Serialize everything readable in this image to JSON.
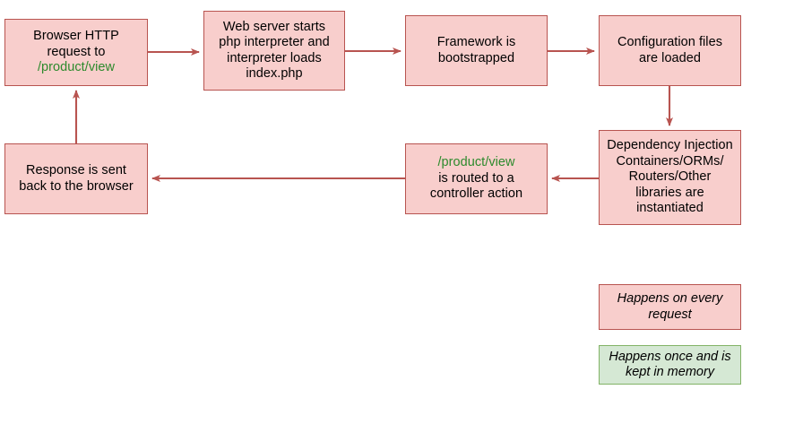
{
  "diagram": {
    "title": "PHP request lifecycle flowchart",
    "colors": {
      "node_fill": "#f8cecc",
      "node_border": "#b85450",
      "memory_fill": "#d5e8d4",
      "memory_border": "#82b366",
      "edge": "#b85450",
      "highlight_text": "#2d8a2d",
      "text": "#000000",
      "background": "#ffffff"
    },
    "nodes": [
      {
        "id": "browser-request",
        "lines": [
          "Browser HTTP",
          "request to"
        ],
        "highlight": "/product/view",
        "highlight_position": "after"
      },
      {
        "id": "web-server",
        "lines": [
          "Web server starts",
          "php interpreter and",
          "interpreter loads",
          "index.php"
        ],
        "highlight": "",
        "highlight_position": "none"
      },
      {
        "id": "framework",
        "lines": [
          "Framework is",
          "bootstrapped"
        ],
        "highlight": "",
        "highlight_position": "none"
      },
      {
        "id": "config",
        "lines": [
          "Configuration files",
          "are loaded"
        ],
        "highlight": "",
        "highlight_position": "none"
      },
      {
        "id": "di",
        "lines": [
          "Dependency Injection",
          "Containers/ORMs/",
          "Routers/Other",
          "libraries are",
          "instantiated"
        ],
        "highlight": "",
        "highlight_position": "none"
      },
      {
        "id": "routed",
        "lines": [
          "is routed to a",
          "controller action"
        ],
        "highlight": "/product/view",
        "highlight_position": "before"
      },
      {
        "id": "response",
        "lines": [
          "Response is sent",
          "back to the browser"
        ],
        "highlight": "",
        "highlight_position": "none"
      }
    ],
    "node_text": {
      "browser_request_line1": "Browser HTTP",
      "browser_request_line2": "request to",
      "browser_request_path": "/product/view",
      "web_server_line1": "Web server starts",
      "web_server_line2": "php interpreter and",
      "web_server_line3": "interpreter loads",
      "web_server_line4": "index.php",
      "framework_line1": "Framework is",
      "framework_line2": "bootstrapped",
      "config_line1": "Configuration files",
      "config_line2": "are loaded",
      "di_line1": "Dependency Injection",
      "di_line2": "Containers/ORMs/",
      "di_line3": "Routers/Other",
      "di_line4": "libraries are",
      "di_line5": "instantiated",
      "routed_path": "/product/view",
      "routed_line2": "is routed to a",
      "routed_line3": "controller action",
      "response_line1": "Response is sent",
      "response_line2": "back to the browser"
    },
    "legend": {
      "every_request_line1": "Happens on every",
      "every_request_line2": "request",
      "once_memory_line1": "Happens once and is",
      "once_memory_line2": "kept in memory"
    },
    "edges": [
      {
        "from": "browser-request",
        "to": "web-server",
        "direction": "right"
      },
      {
        "from": "web-server",
        "to": "framework",
        "direction": "right"
      },
      {
        "from": "framework",
        "to": "config",
        "direction": "right"
      },
      {
        "from": "config",
        "to": "di",
        "direction": "down"
      },
      {
        "from": "di",
        "to": "routed",
        "direction": "left"
      },
      {
        "from": "routed",
        "to": "response",
        "direction": "left"
      },
      {
        "from": "response",
        "to": "browser-request",
        "direction": "up"
      }
    ]
  }
}
